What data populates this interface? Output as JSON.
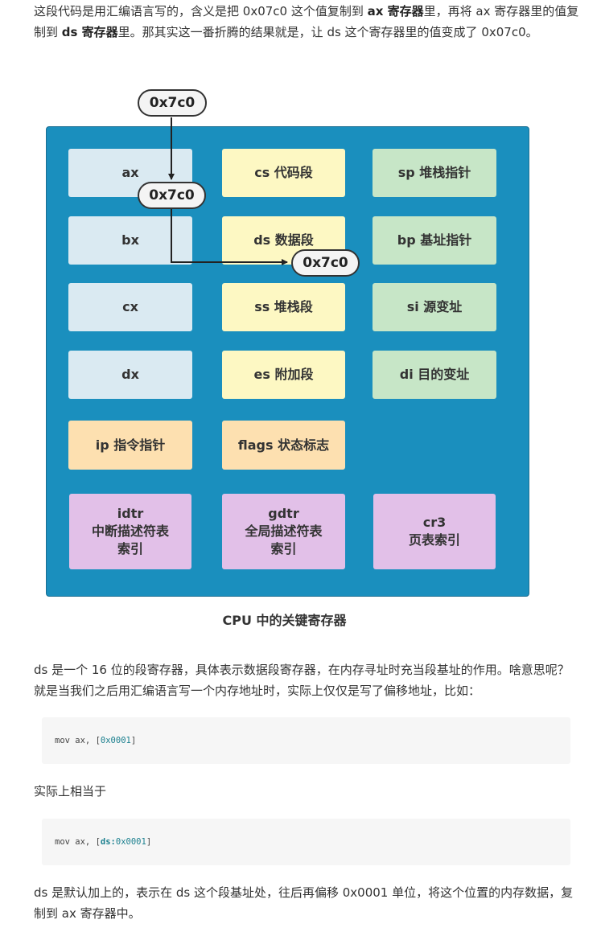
{
  "intro": {
    "t1": "这段代码是用汇编语言写的，含义是把 0x07c0 这个值复制到 ",
    "b1": "ax 寄存器",
    "t2": "里，再将 ax 寄存器里的值复制到 ",
    "b2": "ds 寄存器",
    "t3": "里。那其实这一番折腾的结果就是，让 ds 这个寄存器里的值变成了 0x07c0。"
  },
  "diagram": {
    "value_label": "0x7c0",
    "registers": {
      "ax": "ax",
      "bx": "bx",
      "cx": "cx",
      "dx": "dx",
      "cs": "cs 代码段",
      "ds": "ds 数据段",
      "ss": "ss 堆栈段",
      "es": "es 附加段",
      "sp": "sp 堆栈指针",
      "bp": "bp 基址指针",
      "si": "si 源变址",
      "di": "di 目的变址",
      "ip": "ip 指令指针",
      "flags": "flags 状态标志",
      "idtr": "idtr\n中断描述符表\n索引",
      "gdtr": "gdtr\n全局描述符表\n索引",
      "cr3": "cr3\n页表索引"
    },
    "caption": "CPU 中的关键寄存器"
  },
  "para2": "ds 是一个 16 位的段寄存器，具体表示数据段寄存器，在内存寻址时充当段基址的作用。啥意思呢？就是当我们之后用汇编语言写一个内存地址时，实际上仅仅是写了偏移地址，比如：",
  "code1": {
    "prefix": "mov ax, [",
    "num": "0x0001",
    "suffix": "]"
  },
  "para3": "实际上相当于",
  "code2": {
    "prefix": "mov ax, [",
    "seg": "ds:",
    "num": "0x0001",
    "suffix": "]"
  },
  "para4": "ds 是默认加上的，表示在 ds 这个段基址处，往后再偏移 0x0001 单位，将这个位置的内存数据，复制到 ax 寄存器中。"
}
